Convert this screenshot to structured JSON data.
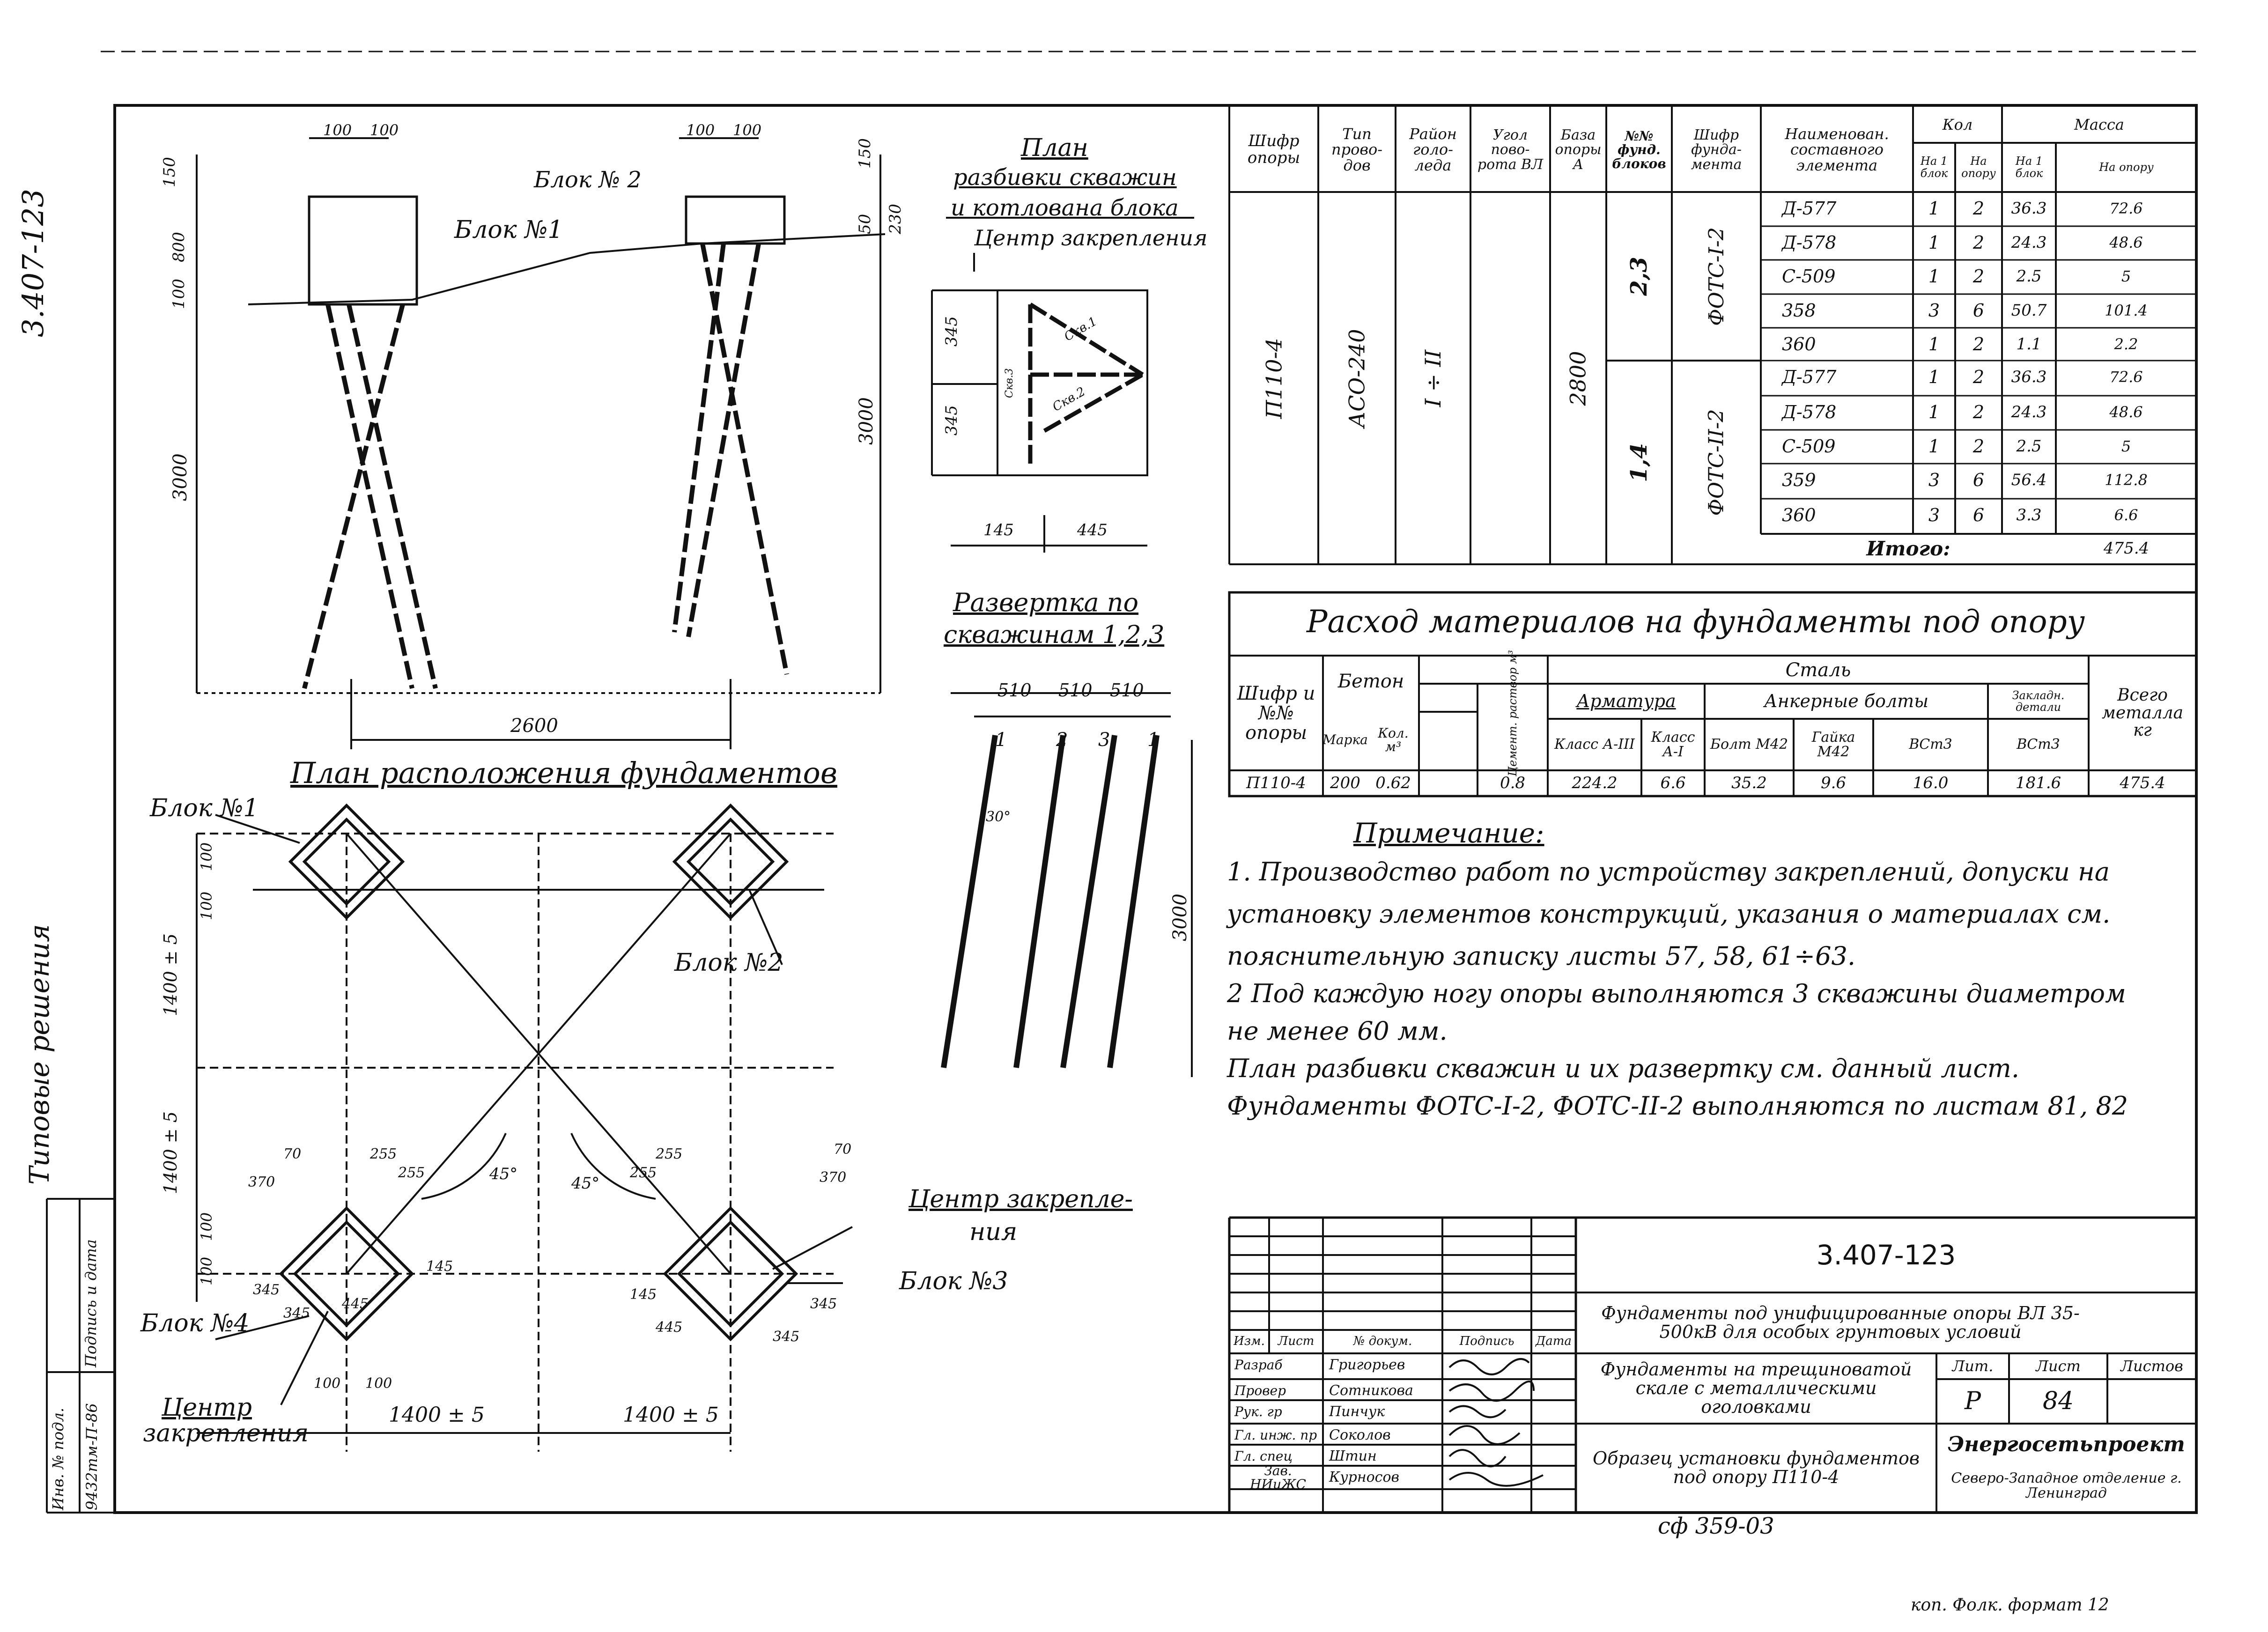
{
  "sheet": {
    "code_side": "3.407-123",
    "side_label": "Типовые решения",
    "side_stamp": {
      "inv_label": "Инв. № подл.",
      "sign_label": "Подпись и дата",
      "inv_value": "9432тм-П-86"
    },
    "bottom_note_1": "сф 359-03",
    "bottom_note_2": "коп. Фолк. формат 12"
  },
  "elevation": {
    "dims_top_left": [
      "100",
      "100"
    ],
    "dims_top_right": [
      "100",
      "100"
    ],
    "left_vert_dims": [
      "150",
      "800",
      "100",
      "3000"
    ],
    "right_vert_dims": [
      "150",
      "230",
      "50",
      "3000"
    ],
    "block_labels": [
      "Блок № 2",
      "Блок №1"
    ],
    "base_dim": "2600"
  },
  "drill_plan": {
    "title_lines": [
      "План",
      "разбивки скважин",
      "и котлована блока"
    ],
    "center_label": "Центр закрепления",
    "dims": [
      "345",
      "345",
      "145",
      "445"
    ],
    "well_labels": [
      "Скв.1",
      "Скв.2",
      "Скв.3"
    ]
  },
  "unfold": {
    "title_lines": [
      "Развертка по",
      "скважинам 1,2,3"
    ],
    "top_dims": [
      "510",
      "510",
      "510"
    ],
    "hole_numbers": [
      "1",
      "2",
      "3",
      "1"
    ],
    "angle": "30°",
    "depth": "3000"
  },
  "found_plan": {
    "title": "План расположения фундаментов",
    "blocks": [
      "Блок №1",
      "Блок №2",
      "Блок №3",
      "Блок №4"
    ],
    "center_label_left": [
      "Центр",
      "закрепления"
    ],
    "center_label_right": [
      "Центр закрепле-",
      "ния"
    ],
    "dims_vert": [
      "100",
      "100",
      "1400 ± 5",
      "1400 ± 5",
      "100",
      "100"
    ],
    "dims_horiz": [
      "1400 ± 5",
      "1400 ± 5"
    ],
    "angles": [
      "45°",
      "45°"
    ],
    "small_dims": [
      "370",
      "70",
      "255",
      "255",
      "70",
      "370",
      "255",
      "255",
      "345",
      "345",
      "445",
      "145",
      "100",
      "100",
      "145",
      "445",
      "345",
      "345"
    ]
  },
  "spec_table": {
    "headers": [
      "Шифр опоры",
      "Тип прово-дов",
      "Район голо-леда",
      "Угол пово-рота ВЛ",
      "База опоры А",
      "№№ фунд. блоков",
      "Шифр фунда-мента",
      "Наименован. составного элемента",
      "Кол",
      "Масса"
    ],
    "sub_headers": [
      "На 1 блок",
      "На опору",
      "На 1 блок",
      "На опору"
    ],
    "merged": {
      "support": "П110-4",
      "wire": "АСО-240",
      "ice": "I ÷ II",
      "base": "2800",
      "blocks_a": "2,3",
      "found_a": "ФОТС-I-2",
      "blocks_b": "1,4",
      "found_b": "ФОТС-II-2"
    },
    "rows": [
      [
        "Д-577",
        "1",
        "2",
        "36.3",
        "72.6"
      ],
      [
        "Д-578",
        "1",
        "2",
        "24.3",
        "48.6"
      ],
      [
        "С-509",
        "1",
        "2",
        "2.5",
        "5"
      ],
      [
        "358",
        "3",
        "6",
        "50.7",
        "101.4"
      ],
      [
        "360",
        "1",
        "2",
        "1.1",
        "2.2"
      ],
      [
        "Д-577",
        "1",
        "2",
        "36.3",
        "72.6"
      ],
      [
        "Д-578",
        "1",
        "2",
        "24.3",
        "48.6"
      ],
      [
        "С-509",
        "1",
        "2",
        "2.5",
        "5"
      ],
      [
        "359",
        "3",
        "6",
        "56.4",
        "112.8"
      ],
      [
        "360",
        "3",
        "6",
        "3.3",
        "6.6"
      ]
    ],
    "total_label": "Итого:",
    "total_value": "475.4"
  },
  "materials": {
    "title": "Расход материалов на фундаменты под опору",
    "col_code": "Шифр и №№ опоры",
    "beton": "Бетон",
    "marka": "Марка",
    "kol": "Кол. м³",
    "cement": "Цемент. раствор м³",
    "steel": "Сталь",
    "armatura": "Арматура",
    "anker": "Анкерные болты",
    "zaklad": "Закладн. детали",
    "total_metal": "Всего металла кг",
    "klass_aiii": "Класс А-III",
    "klass_ai": "Класс А-I",
    "bolt": "Болт М42",
    "gaika": "Гайка М42",
    "vst3": "ВСт3",
    "vst3b": "ВСт3",
    "row": [
      "П110-4",
      "200",
      "0.62",
      "0.8",
      "224.2",
      "6.6",
      "35.2",
      "9.6",
      "16.0",
      "181.6",
      "475.4"
    ]
  },
  "notes": {
    "heading": "Примечание:",
    "lines": [
      "1.  Производство работ по устройству закреплений, допуски на",
      "     установку элементов конструкций, указания о материалах см.",
      "     пояснительную записку листы 57, 58, 61÷63.",
      "2   Под каждую ногу опоры выполняются 3 скважины диаметром",
      "     не менее 60 мм.",
      "     План разбивки скважин и их развертку см. данный лист.",
      "     Фундаменты ФОТС-I-2, ФОТС-II-2 выполняются по листам 81, 82"
    ]
  },
  "title_block": {
    "code": "3.407-123",
    "project": "Фундаменты под унифицированные опоры ВЛ 35-500кВ для особых грунтовых условий",
    "subject": "Фундаменты на трещиноватой скале с металлическими оголовками",
    "drawing": "Образец установки фундаментов под опору П110-4",
    "lit_label": "Лит.",
    "list_label": "Лист",
    "listov_label": "Листов",
    "lit_value": "Р",
    "list_value": "84",
    "org": "Энергосетьпроект",
    "org_sub": "Северо-Западное отделение г. Ленинград",
    "col_heads": [
      "Изм.",
      "Лист",
      "№ докум.",
      "Подпись",
      "Дата"
    ],
    "people": [
      [
        "Разраб",
        "Григорьев"
      ],
      [
        "Провер",
        "Сотникова"
      ],
      [
        "Рук. гр",
        "Пинчук"
      ],
      [
        "Гл. инж. пр",
        "Соколов"
      ],
      [
        "Гл. спец",
        "Штин"
      ],
      [
        "Зав. НИиЖС",
        "Курносов"
      ]
    ]
  }
}
